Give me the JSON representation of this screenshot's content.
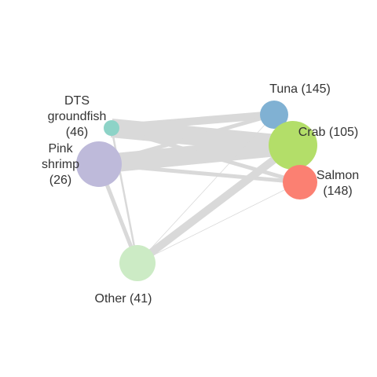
{
  "nodes": [
    {
      "id": "tuna",
      "label": "Tuna (145)",
      "lines": [
        "Tuna (145)"
      ],
      "color": "#80b1d3",
      "weight": 145
    },
    {
      "id": "crab",
      "label": "Crab (105)",
      "lines": [
        "Crab (105)"
      ],
      "color": "#b3de69",
      "weight": 105
    },
    {
      "id": "salmon",
      "label": "Salmon (148)",
      "lines": [
        "Salmon",
        "(148)"
      ],
      "color": "#fb8072",
      "weight": 148
    },
    {
      "id": "dts",
      "label": "DTS groundfish (46)",
      "lines": [
        "DTS",
        "groundfish",
        "(46)"
      ],
      "color": "#8dd3c7",
      "weight": 46
    },
    {
      "id": "shrimp",
      "label": "Pink shrimp (26)",
      "lines": [
        "Pink",
        "shrimp",
        "(26)"
      ],
      "color": "#bebada",
      "weight": 26
    },
    {
      "id": "other",
      "label": "Other (41)",
      "lines": [
        "Other (41)"
      ],
      "color": "#ccebc5",
      "weight": 41
    }
  ],
  "edge_color": "#d9d9d9",
  "edges": [
    {
      "source": "shrimp",
      "target": "crab",
      "strength": "very heavy"
    },
    {
      "source": "dts",
      "target": "crab",
      "strength": "very heavy"
    },
    {
      "source": "dts",
      "target": "tuna",
      "strength": "heavy"
    },
    {
      "source": "shrimp",
      "target": "tuna",
      "strength": "medium"
    },
    {
      "source": "dts",
      "target": "salmon",
      "strength": "medium"
    },
    {
      "source": "shrimp",
      "target": "salmon",
      "strength": "medium"
    },
    {
      "source": "crab",
      "target": "other",
      "strength": "heavy"
    },
    {
      "source": "crab",
      "target": "salmon",
      "strength": "medium"
    },
    {
      "source": "tuna",
      "target": "crab",
      "strength": "light"
    },
    {
      "source": "shrimp",
      "target": "other",
      "strength": "medium"
    },
    {
      "source": "dts",
      "target": "other",
      "strength": "light"
    },
    {
      "source": "salmon",
      "target": "other",
      "strength": "thin"
    },
    {
      "source": "tuna",
      "target": "other",
      "strength": "thin"
    },
    {
      "source": "tuna",
      "target": "salmon",
      "strength": "light"
    }
  ]
}
